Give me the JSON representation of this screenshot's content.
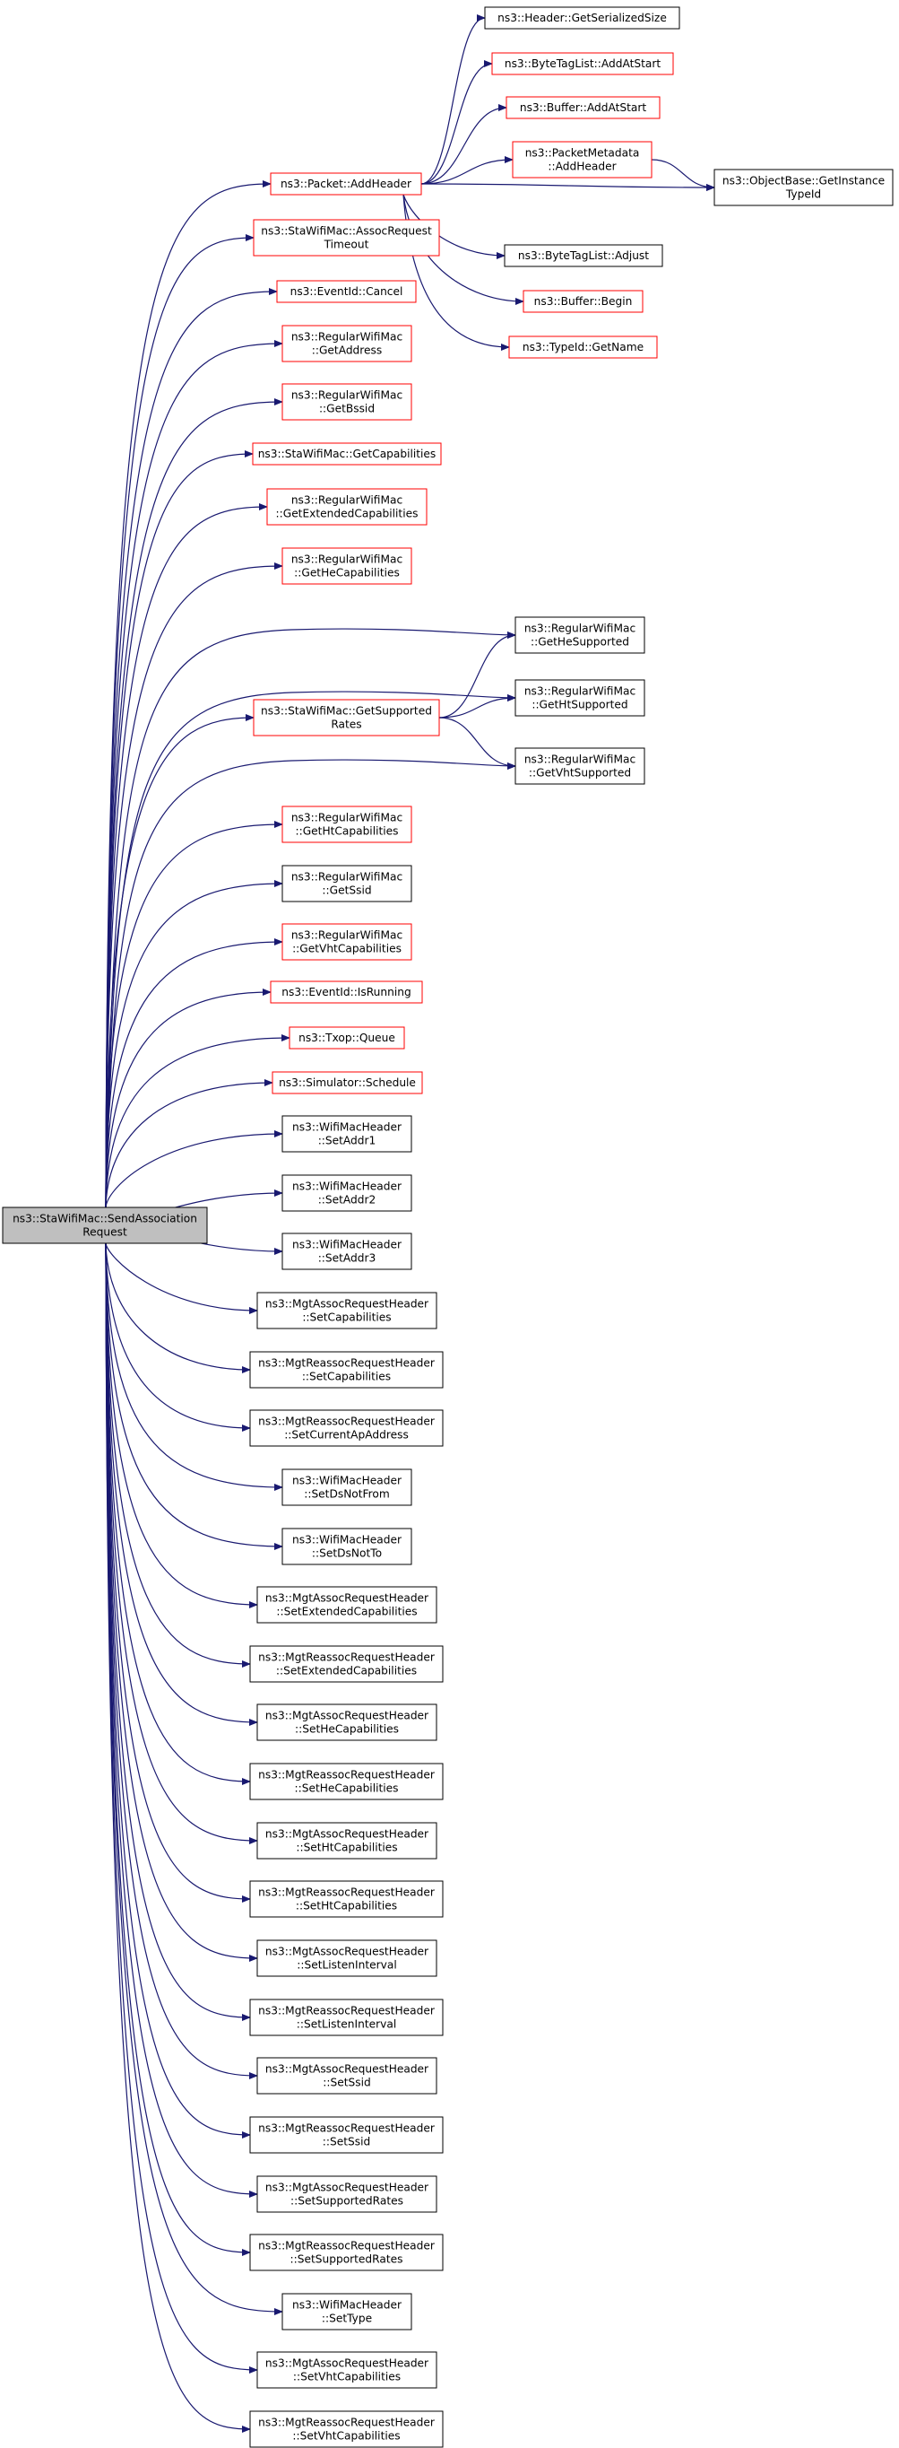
{
  "colors": {
    "edge": "#191970",
    "box_border": "#000000",
    "box_border_truncated": "#ff0000",
    "root_fill": "#bfbfbf",
    "node_fill": "#ffffff",
    "text": "#000000"
  },
  "nodes": [
    {
      "id": "root",
      "lines": [
        "ns3::StaWifiMac::SendAssociation",
        "Request"
      ],
      "style": "root"
    },
    {
      "id": "packet-addheader",
      "lines": [
        "ns3::Packet::AddHeader"
      ],
      "style": "truncated"
    },
    {
      "id": "header-getserializedsize",
      "lines": [
        "ns3::Header::GetSerializedSize"
      ],
      "style": "normal"
    },
    {
      "id": "bytetaglist-addatstart",
      "lines": [
        "ns3::ByteTagList::AddAtStart"
      ],
      "style": "truncated"
    },
    {
      "id": "buffer-addatstart",
      "lines": [
        "ns3::Buffer::AddAtStart"
      ],
      "style": "truncated"
    },
    {
      "id": "packetmetadata-addheader",
      "lines": [
        "ns3::PacketMetadata",
        "::AddHeader"
      ],
      "style": "truncated"
    },
    {
      "id": "objectbase-getinstancetypeid",
      "lines": [
        "ns3::ObjectBase::GetInstance",
        "TypeId"
      ],
      "style": "normal"
    },
    {
      "id": "bytetaglist-adjust",
      "lines": [
        "ns3::ByteTagList::Adjust"
      ],
      "style": "normal"
    },
    {
      "id": "buffer-begin",
      "lines": [
        "ns3::Buffer::Begin"
      ],
      "style": "truncated"
    },
    {
      "id": "typeid-getname",
      "lines": [
        "ns3::TypeId::GetName"
      ],
      "style": "truncated"
    },
    {
      "id": "assocrequesttimeout",
      "lines": [
        "ns3::StaWifiMac::AssocRequest",
        "Timeout"
      ],
      "style": "truncated"
    },
    {
      "id": "eventid-cancel",
      "lines": [
        "ns3::EventId::Cancel"
      ],
      "style": "truncated"
    },
    {
      "id": "getaddress",
      "lines": [
        "ns3::RegularWifiMac",
        "::GetAddress"
      ],
      "style": "truncated"
    },
    {
      "id": "getbssid",
      "lines": [
        "ns3::RegularWifiMac",
        "::GetBssid"
      ],
      "style": "truncated"
    },
    {
      "id": "getcapabilities",
      "lines": [
        "ns3::StaWifiMac::GetCapabilities"
      ],
      "style": "truncated"
    },
    {
      "id": "getextendedcapabilities",
      "lines": [
        "ns3::RegularWifiMac",
        "::GetExtendedCapabilities"
      ],
      "style": "truncated"
    },
    {
      "id": "gethecapabilities",
      "lines": [
        "ns3::RegularWifiMac",
        "::GetHeCapabilities"
      ],
      "style": "truncated"
    },
    {
      "id": "gethesupported",
      "lines": [
        "ns3::RegularWifiMac",
        "::GetHeSupported"
      ],
      "style": "normal"
    },
    {
      "id": "getsupportedrates",
      "lines": [
        "ns3::StaWifiMac::GetSupported",
        "Rates"
      ],
      "style": "truncated"
    },
    {
      "id": "gethtsupported",
      "lines": [
        "ns3::RegularWifiMac",
        "::GetHtSupported"
      ],
      "style": "normal"
    },
    {
      "id": "getvhtsupported",
      "lines": [
        "ns3::RegularWifiMac",
        "::GetVhtSupported"
      ],
      "style": "normal"
    },
    {
      "id": "gethtcapabilities",
      "lines": [
        "ns3::RegularWifiMac",
        "::GetHtCapabilities"
      ],
      "style": "truncated"
    },
    {
      "id": "getssid",
      "lines": [
        "ns3::RegularWifiMac",
        "::GetSsid"
      ],
      "style": "normal"
    },
    {
      "id": "getvhtcapabilities",
      "lines": [
        "ns3::RegularWifiMac",
        "::GetVhtCapabilities"
      ],
      "style": "truncated"
    },
    {
      "id": "eventid-isrunning",
      "lines": [
        "ns3::EventId::IsRunning"
      ],
      "style": "truncated"
    },
    {
      "id": "txop-queue",
      "lines": [
        "ns3::Txop::Queue"
      ],
      "style": "truncated"
    },
    {
      "id": "simulator-schedule",
      "lines": [
        "ns3::Simulator::Schedule"
      ],
      "style": "truncated"
    },
    {
      "id": "setaddr1",
      "lines": [
        "ns3::WifiMacHeader",
        "::SetAddr1"
      ],
      "style": "normal"
    },
    {
      "id": "setaddr2",
      "lines": [
        "ns3::WifiMacHeader",
        "::SetAddr2"
      ],
      "style": "normal"
    },
    {
      "id": "setaddr3",
      "lines": [
        "ns3::WifiMacHeader",
        "::SetAddr3"
      ],
      "style": "normal"
    },
    {
      "id": "assoc-setcapabilities",
      "lines": [
        "ns3::MgtAssocRequestHeader",
        "::SetCapabilities"
      ],
      "style": "normal"
    },
    {
      "id": "reassoc-setcapabilities",
      "lines": [
        "ns3::MgtReassocRequestHeader",
        "::SetCapabilities"
      ],
      "style": "normal"
    },
    {
      "id": "setcurrentapaddress",
      "lines": [
        "ns3::MgtReassocRequestHeader",
        "::SetCurrentApAddress"
      ],
      "style": "normal"
    },
    {
      "id": "setdsnotfrom",
      "lines": [
        "ns3::WifiMacHeader",
        "::SetDsNotFrom"
      ],
      "style": "normal"
    },
    {
      "id": "setdsnotto",
      "lines": [
        "ns3::WifiMacHeader",
        "::SetDsNotTo"
      ],
      "style": "normal"
    },
    {
      "id": "assoc-setextendedcapabilities",
      "lines": [
        "ns3::MgtAssocRequestHeader",
        "::SetExtendedCapabilities"
      ],
      "style": "normal"
    },
    {
      "id": "reassoc-setextendedcapabilities",
      "lines": [
        "ns3::MgtReassocRequestHeader",
        "::SetExtendedCapabilities"
      ],
      "style": "normal"
    },
    {
      "id": "assoc-sethecapabilities",
      "lines": [
        "ns3::MgtAssocRequestHeader",
        "::SetHeCapabilities"
      ],
      "style": "normal"
    },
    {
      "id": "reassoc-sethecapabilities",
      "lines": [
        "ns3::MgtReassocRequestHeader",
        "::SetHeCapabilities"
      ],
      "style": "normal"
    },
    {
      "id": "assoc-sethtcapabilities",
      "lines": [
        "ns3::MgtAssocRequestHeader",
        "::SetHtCapabilities"
      ],
      "style": "normal"
    },
    {
      "id": "reassoc-sethtcapabilities",
      "lines": [
        "ns3::MgtReassocRequestHeader",
        "::SetHtCapabilities"
      ],
      "style": "normal"
    },
    {
      "id": "assoc-setlisteninterval",
      "lines": [
        "ns3::MgtAssocRequestHeader",
        "::SetListenInterval"
      ],
      "style": "normal"
    },
    {
      "id": "reassoc-setlisteninterval",
      "lines": [
        "ns3::MgtReassocRequestHeader",
        "::SetListenInterval"
      ],
      "style": "normal"
    },
    {
      "id": "assoc-setssid",
      "lines": [
        "ns3::MgtAssocRequestHeader",
        "::SetSsid"
      ],
      "style": "normal"
    },
    {
      "id": "reassoc-setssid",
      "lines": [
        "ns3::MgtReassocRequestHeader",
        "::SetSsid"
      ],
      "style": "normal"
    },
    {
      "id": "assoc-setsupportedrates",
      "lines": [
        "ns3::MgtAssocRequestHeader",
        "::SetSupportedRates"
      ],
      "style": "normal"
    },
    {
      "id": "reassoc-setsupportedrates",
      "lines": [
        "ns3::MgtReassocRequestHeader",
        "::SetSupportedRates"
      ],
      "style": "normal"
    },
    {
      "id": "settype",
      "lines": [
        "ns3::WifiMacHeader",
        "::SetType"
      ],
      "style": "normal"
    },
    {
      "id": "assoc-setvhtcapabilities",
      "lines": [
        "ns3::MgtAssocRequestHeader",
        "::SetVhtCapabilities"
      ],
      "style": "normal"
    },
    {
      "id": "reassoc-setvhtcapabilities",
      "lines": [
        "ns3::MgtReassocRequestHeader",
        "::SetVhtCapabilities"
      ],
      "style": "normal"
    }
  ],
  "edges": [
    [
      "root",
      "packet-addheader"
    ],
    [
      "root",
      "assocrequesttimeout"
    ],
    [
      "root",
      "eventid-cancel"
    ],
    [
      "root",
      "getaddress"
    ],
    [
      "root",
      "getbssid"
    ],
    [
      "root",
      "getcapabilities"
    ],
    [
      "root",
      "getextendedcapabilities"
    ],
    [
      "root",
      "gethecapabilities"
    ],
    [
      "root",
      "gethesupported"
    ],
    [
      "root",
      "getsupportedrates"
    ],
    [
      "root",
      "gethtsupported"
    ],
    [
      "root",
      "getvhtsupported"
    ],
    [
      "root",
      "gethtcapabilities"
    ],
    [
      "root",
      "getssid"
    ],
    [
      "root",
      "getvhtcapabilities"
    ],
    [
      "root",
      "eventid-isrunning"
    ],
    [
      "root",
      "txop-queue"
    ],
    [
      "root",
      "simulator-schedule"
    ],
    [
      "root",
      "setaddr1"
    ],
    [
      "root",
      "setaddr2"
    ],
    [
      "root",
      "setaddr3"
    ],
    [
      "root",
      "assoc-setcapabilities"
    ],
    [
      "root",
      "reassoc-setcapabilities"
    ],
    [
      "root",
      "setcurrentapaddress"
    ],
    [
      "root",
      "setdsnotfrom"
    ],
    [
      "root",
      "setdsnotto"
    ],
    [
      "root",
      "assoc-setextendedcapabilities"
    ],
    [
      "root",
      "reassoc-setextendedcapabilities"
    ],
    [
      "root",
      "assoc-sethecapabilities"
    ],
    [
      "root",
      "reassoc-sethecapabilities"
    ],
    [
      "root",
      "assoc-sethtcapabilities"
    ],
    [
      "root",
      "reassoc-sethtcapabilities"
    ],
    [
      "root",
      "assoc-setlisteninterval"
    ],
    [
      "root",
      "reassoc-setlisteninterval"
    ],
    [
      "root",
      "assoc-setssid"
    ],
    [
      "root",
      "reassoc-setssid"
    ],
    [
      "root",
      "assoc-setsupportedrates"
    ],
    [
      "root",
      "reassoc-setsupportedrates"
    ],
    [
      "root",
      "settype"
    ],
    [
      "root",
      "assoc-setvhtcapabilities"
    ],
    [
      "root",
      "reassoc-setvhtcapabilities"
    ],
    [
      "packet-addheader",
      "header-getserializedsize"
    ],
    [
      "packet-addheader",
      "bytetaglist-addatstart"
    ],
    [
      "packet-addheader",
      "buffer-addatstart"
    ],
    [
      "packet-addheader",
      "packetmetadata-addheader"
    ],
    [
      "packet-addheader",
      "objectbase-getinstancetypeid"
    ],
    [
      "packet-addheader",
      "bytetaglist-adjust"
    ],
    [
      "packet-addheader",
      "buffer-begin"
    ],
    [
      "packet-addheader",
      "typeid-getname"
    ],
    [
      "packetmetadata-addheader",
      "objectbase-getinstancetypeid"
    ],
    [
      "getsupportedrates",
      "gethesupported"
    ],
    [
      "getsupportedrates",
      "gethtsupported"
    ],
    [
      "getsupportedrates",
      "getvhtsupported"
    ]
  ]
}
